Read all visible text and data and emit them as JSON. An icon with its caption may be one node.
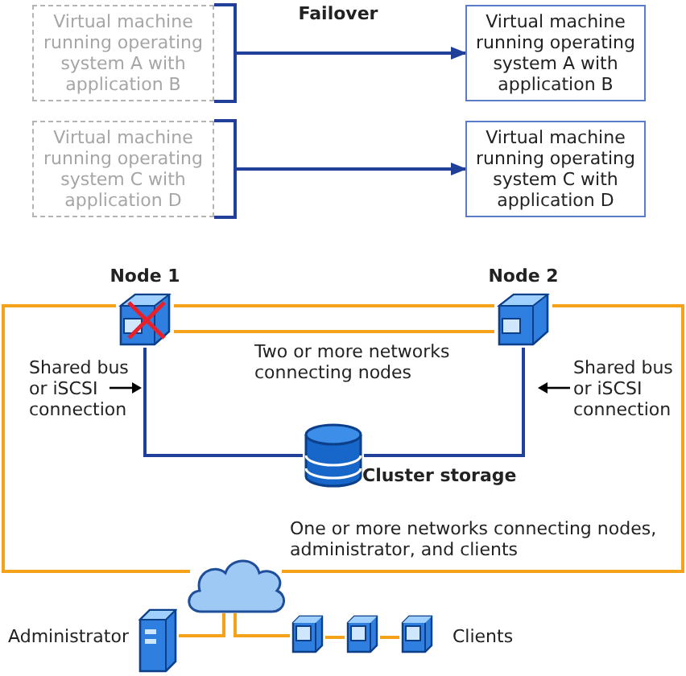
{
  "diagram": {
    "nodes": [
      {
        "text": [
          "Virtual machine running operating system A with application B"
        ]
      },
      {
        "text": [
          "Virtual machine running operating system C with application D"
        ]
      },
      {
        "text": [
          "Virtual machine running operating system A with application B"
        ]
      },
      {
        "text": [
          "Virtual machine running operating system C with application D"
        ]
      },
      {
        "text": [],
        "shape": "computer",
        "beside": [
          "Node 1"
        ]
      },
      {
        "text": [],
        "shape": "computer",
        "beside": [
          "Node 2"
        ]
      },
      {
        "text": [],
        "shape": "cylinder",
        "beside": [
          "Cluster storage"
        ]
      },
      {
        "text": [],
        "shape": "cloud"
      },
      {
        "text": [],
        "shape": "computer",
        "beside": [
          "Administrator"
        ]
      },
      {
        "text": [],
        "shape": "computer"
      },
      {
        "text": [],
        "shape": "computer"
      },
      {
        "text": [],
        "shape": "computer"
      }
    ],
    "edges": [
      {
        "from": 0,
        "to": 2,
        "arrow": "to",
        "color": "#1f3f99"
      },
      {
        "from": 1,
        "to": 3,
        "arrow": "to",
        "color": "#1f3f99"
      },
      {
        "from": 4,
        "to": 6,
        "arrow": "none",
        "color": "#1f3f99"
      },
      {
        "from": 5,
        "to": 6,
        "arrow": "none",
        "color": "#1f3f99"
      },
      {
        "from": 4,
        "to": 5,
        "arrow": "none"
      },
      {
        "from": 4,
        "to": 5,
        "arrow": "none"
      },
      {
        "from": 4,
        "to": 7,
        "arrow": "none"
      },
      {
        "from": 5,
        "to": 7,
        "arrow": "none"
      },
      {
        "from": 7,
        "to": 8,
        "arrow": "none"
      },
      {
        "from": 7,
        "to": 9,
        "arrow": "none"
      },
      {
        "from": 9,
        "to": 10,
        "arrow": "none"
      },
      {
        "from": 10,
        "to": 11,
        "arrow": "none"
      }
    ],
    "labels": [
      "Failover",
      "Shared bus or iSCSI connection",
      "Two or more networks connecting nodes",
      "Shared bus or iSCSI connection",
      "One or more networks connecting nodes, administrator, and clients",
      "Clients"
    ]
  }
}
